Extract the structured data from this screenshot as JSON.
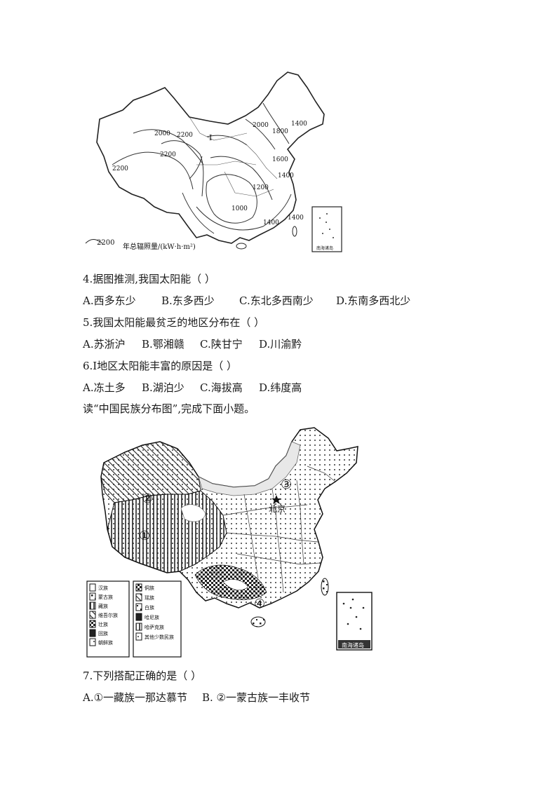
{
  "map1": {
    "isolines": [
      "2000",
      "2200",
      "2200",
      "2000",
      "1800",
      "1400",
      "1600",
      "1400",
      "1200",
      "1000",
      "1400",
      "1400",
      "2200"
    ],
    "region_label": "I",
    "legend_value": "2200",
    "legend_text": "年总辐照量/(kW·h·m²)",
    "inset_label": "南海诸岛"
  },
  "questions": {
    "q4": {
      "stem": "4.据图推测,我国太阳能（ ）",
      "options": [
        "A.西多东少",
        "B.东多西少",
        "C.东北多西南少",
        "D.东南多西北少"
      ]
    },
    "q5": {
      "stem": "5.我国太阳能最贫乏的地区分布在（ ）",
      "options": [
        "A.苏浙沪",
        "B.鄂湘赣",
        "C.陕甘宁",
        "D.川渝黔"
      ]
    },
    "q6": {
      "stem": "6.I地区太阳能丰富的原因是（ ）",
      "options": [
        "A.冻土多",
        "B.湖泊少",
        "C.海拔高",
        "D.纬度高"
      ]
    },
    "intro": "读“中国民族分布图”,完成下面小题。",
    "q7": {
      "stem": "7.下列搭配正确的是（ ）",
      "options": [
        "A.①一藏族一那达慕节",
        "B. ②一蒙古族一丰收节"
      ]
    }
  },
  "map2": {
    "markers": [
      "①",
      "②",
      "③",
      "④"
    ],
    "capital": "北京",
    "legend_left": [
      "汉族",
      "蒙古族",
      "藏族",
      "维吾尔族",
      "壮族",
      "回族",
      "朝鲜族"
    ],
    "legend_right": [
      "侗族",
      "瑶族",
      "白族",
      "哈尼族",
      "哈萨克族",
      "其他少数民族"
    ],
    "inset_label": "南海诸岛"
  }
}
